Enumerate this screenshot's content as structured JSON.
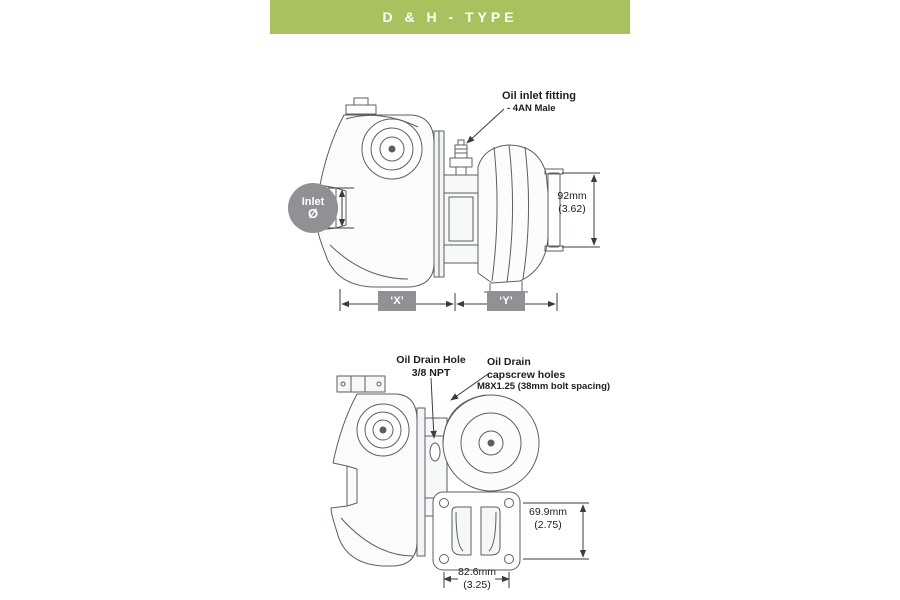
{
  "header": {
    "title": "D & H - TYPE"
  },
  "colors": {
    "header_bg": "#a9c25f",
    "badge_gray": "#8f9194",
    "line_dark": "#3a3d40"
  },
  "top_view": {
    "oil_inlet_callout": {
      "line1": "Oil inlet fitting",
      "line2": "- 4AN Male"
    },
    "inlet_badge": {
      "line1": "Inlet",
      "line2": "Ø"
    },
    "height_dim": {
      "value": "92mm",
      "inches": "(3.62)"
    },
    "x_label": "‘X’",
    "y_label": "‘Y’"
  },
  "bottom_view": {
    "drain_hole_callout": {
      "line1": "Oil Drain Hole",
      "line2": "3/8 NPT"
    },
    "capscrew_callout": {
      "line1": "Oil Drain",
      "line2": "capscrew holes",
      "line3": "M8X1.25 (38mm bolt spacing)"
    },
    "height_dim": {
      "value": "69.9mm",
      "inches": "(2.75)"
    },
    "width_dim": {
      "value": "82.6mm",
      "inches": "(3.25)"
    }
  }
}
